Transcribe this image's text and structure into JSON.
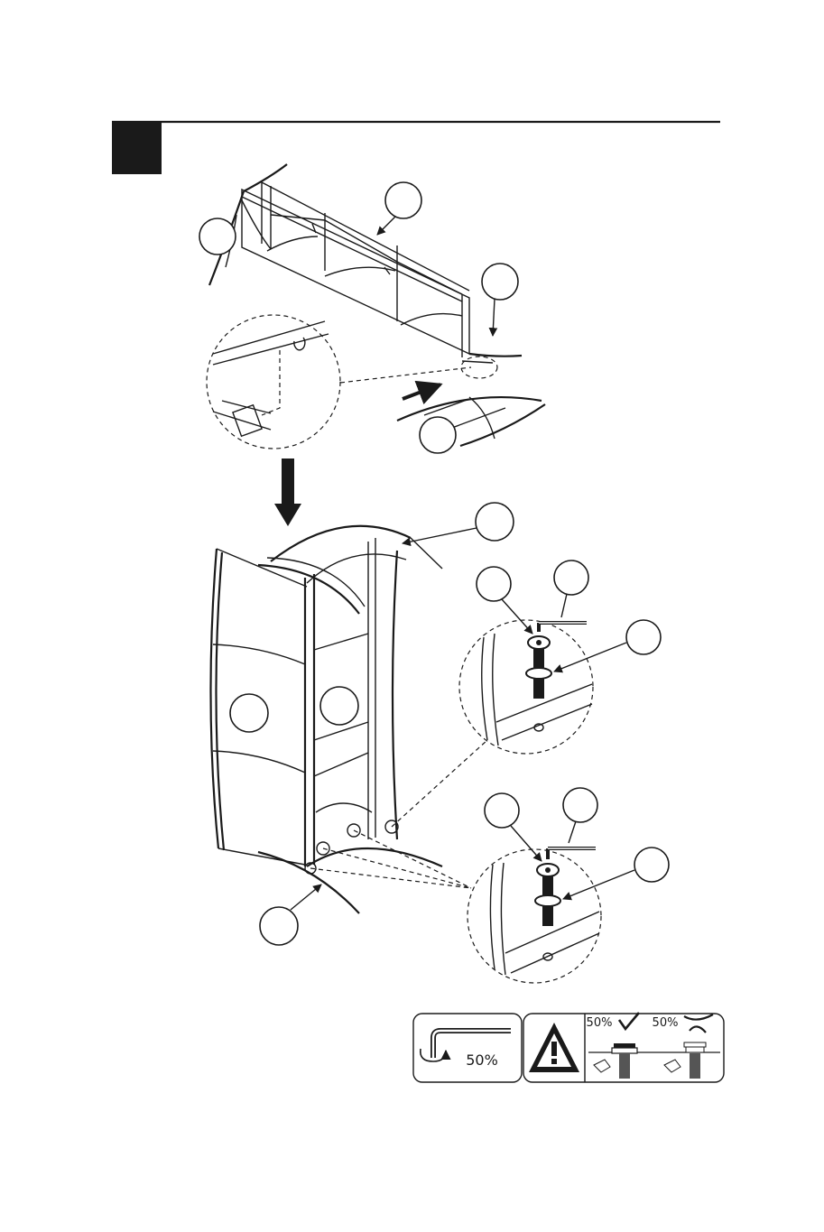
{
  "step": {
    "number": "",
    "color": "#1a1a1a"
  },
  "callouts": {
    "top_frame_end": "",
    "top_frame_main": "",
    "top_frame_right": "",
    "top_side_panel": "",
    "bottom_top_roof": "",
    "bottom_left_panel": "",
    "bottom_center_panel": "",
    "bottom_base": "",
    "detail1_bolt": "",
    "detail1_wrench": "",
    "detail1_washer": "",
    "detail2_bolt": "",
    "detail2_wrench": "",
    "detail2_washer": ""
  },
  "tips": {
    "tighten_label": "50%",
    "ok_label": "50%",
    "not_ok_label": "50%",
    "icons": [
      "hex-key-rotate-icon",
      "warning-triangle-icon",
      "check-icon",
      "cross-icon"
    ]
  }
}
